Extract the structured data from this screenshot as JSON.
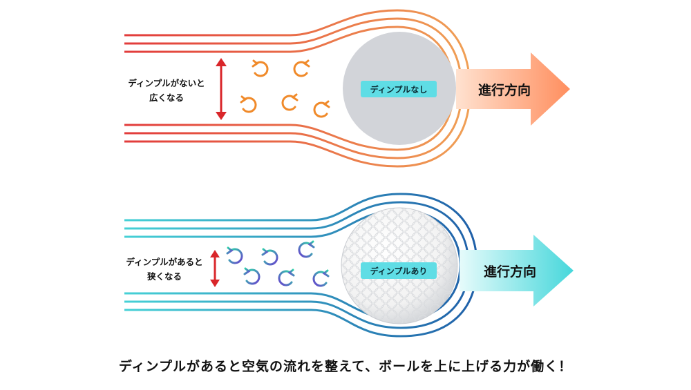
{
  "top_panel": {
    "left_label_line1": "ディンプルがないと",
    "left_label_line2": "広くなる",
    "ball_label": "ディンプルなし",
    "arrow_label": "進行方向",
    "stream_color_start": "#e23b3b",
    "stream_color_end": "#f0a055",
    "arrow_color_start": "#ffe2d0",
    "arrow_color_end": "#ff8e5e",
    "vortex_color": "#f08a2a",
    "ball_color": "#d2d4d9",
    "label_bg": "#5fdde5"
  },
  "bottom_panel": {
    "left_label_line1": "ディンプルがあると",
    "left_label_line2": "狭くなる",
    "ball_label": "ディンプルあり",
    "arrow_label": "進行方向",
    "stream_color_start": "#46d1d6",
    "stream_color_end": "#1f5fa8",
    "arrow_color_start": "#e6fbfb",
    "arrow_color_end": "#46d7db",
    "vortex_color_a": "#2bd6a8",
    "vortex_color_b": "#6a3fcf",
    "ball_color": "#f2f2f2",
    "label_bg": "#5fdde5"
  },
  "measure_arrow_color": "#d9262a",
  "caption": "ディンプルがあると空気の流れを整えて、ボールを上に上げる力が働く！"
}
